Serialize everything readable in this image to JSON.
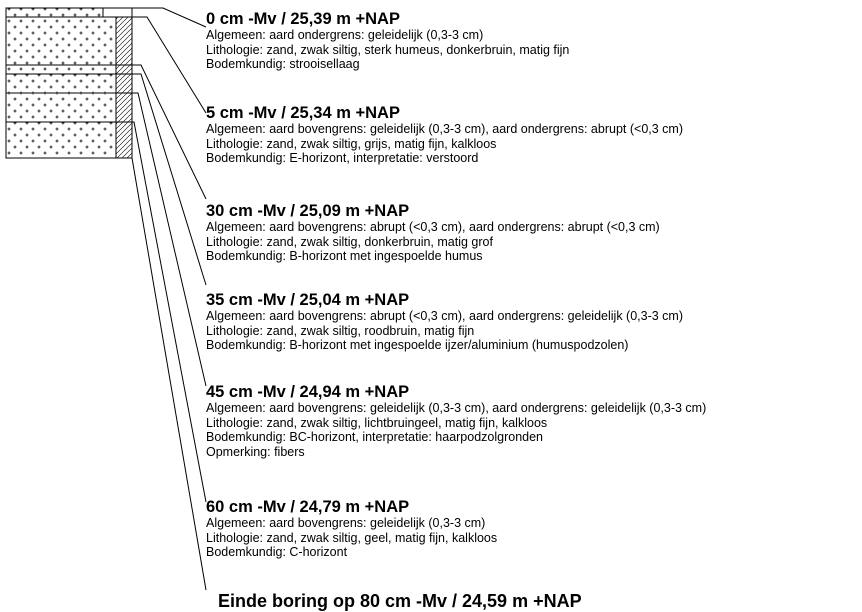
{
  "layers": [
    {
      "depth_label": "0 cm -Mv / 25,39 m +NAP",
      "lines": [
        "Algemeen: aard ondergrens: geleidelijk (0,3-3 cm)",
        "Lithologie: zand, zwak siltig, sterk humeus, donkerbruin, matig fijn",
        "Bodemkundig: strooisellaag"
      ]
    },
    {
      "depth_label": "5 cm -Mv / 25,34 m +NAP",
      "lines": [
        "Algemeen: aard bovengrens: geleidelijk (0,3-3 cm), aard ondergrens: abrupt (<0,3 cm)",
        "Lithologie: zand, zwak siltig, grijs, matig fijn, kalkloos",
        "Bodemkundig: E-horizont, interpretatie: verstoord"
      ]
    },
    {
      "depth_label": "30 cm -Mv / 25,09 m +NAP",
      "lines": [
        "Algemeen: aard bovengrens: abrupt (<0,3 cm), aard ondergrens: abrupt (<0,3 cm)",
        "Lithologie: zand, zwak siltig, donkerbruin, matig grof",
        "Bodemkundig: B-horizont met ingespoelde humus"
      ]
    },
    {
      "depth_label": "35 cm -Mv / 25,04 m +NAP",
      "lines": [
        "Algemeen: aard bovengrens: abrupt (<0,3 cm), aard ondergrens: geleidelijk (0,3-3 cm)",
        "Lithologie: zand, zwak siltig, roodbruin, matig fijn",
        "Bodemkundig: B-horizont met ingespoelde ijzer/aluminium (humuspodzolen)"
      ]
    },
    {
      "depth_label": "45 cm -Mv / 24,94 m +NAP",
      "lines": [
        "Algemeen: aard bovengrens: geleidelijk (0,3-3 cm), aard ondergrens: geleidelijk (0,3-3 cm)",
        "Lithologie: zand, zwak siltig, lichtbruingeel, matig fijn, kalkloos",
        "Bodemkundig: BC-horizont, interpretatie: haarpodzolgronden",
        "Opmerking: fibers"
      ]
    },
    {
      "depth_label": "60 cm -Mv / 24,79 m +NAP",
      "lines": [
        "Algemeen: aard bovengrens: geleidelijk (0,3-3 cm)",
        "Lithologie: zand, zwak siltig, geel, matig fijn, kalkloos",
        "Bodemkundig: C-horizont"
      ]
    }
  ],
  "end_label": "Einde boring op 80 cm -Mv / 24,59 m +NAP"
}
